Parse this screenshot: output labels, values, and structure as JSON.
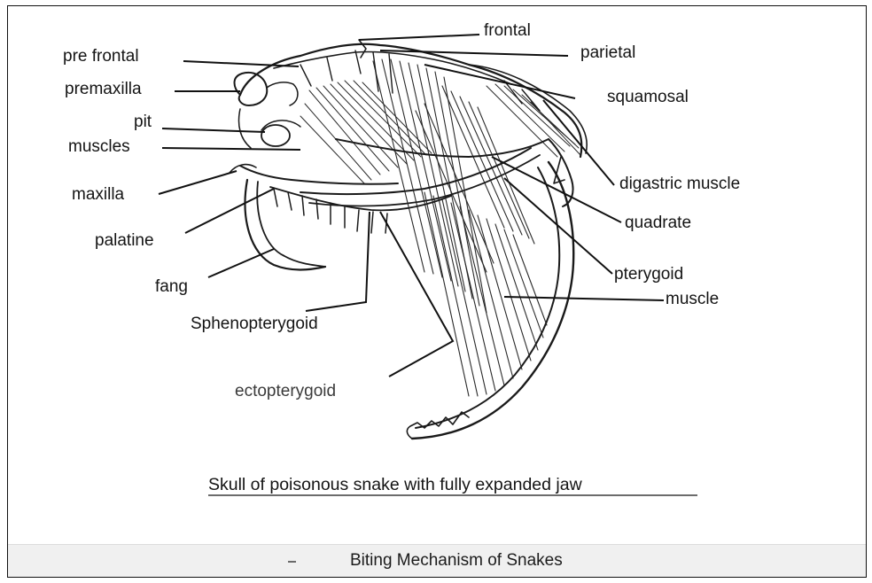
{
  "diagram": {
    "labels": {
      "frontal": "frontal",
      "parietal": "parietal",
      "pre_frontal": "pre frontal",
      "premaxilla": "premaxilla",
      "squamosal": "squamosal",
      "pit": "pit",
      "muscles": "muscles",
      "maxilla": "maxilla",
      "digastric_muscle": "digastric muscle",
      "palatine": "palatine",
      "quadrate": "quadrate",
      "fang": "fang",
      "pterygoid": "pterygoid",
      "muscle": "muscle",
      "sphenopterygoid": "Sphenopterygoid",
      "ectopterygoid": "ectopterygoid"
    },
    "caption": "Skull of poisonous snake with fully expanded jaw"
  },
  "footer": {
    "title": "Biting Mechanism of Snakes"
  }
}
